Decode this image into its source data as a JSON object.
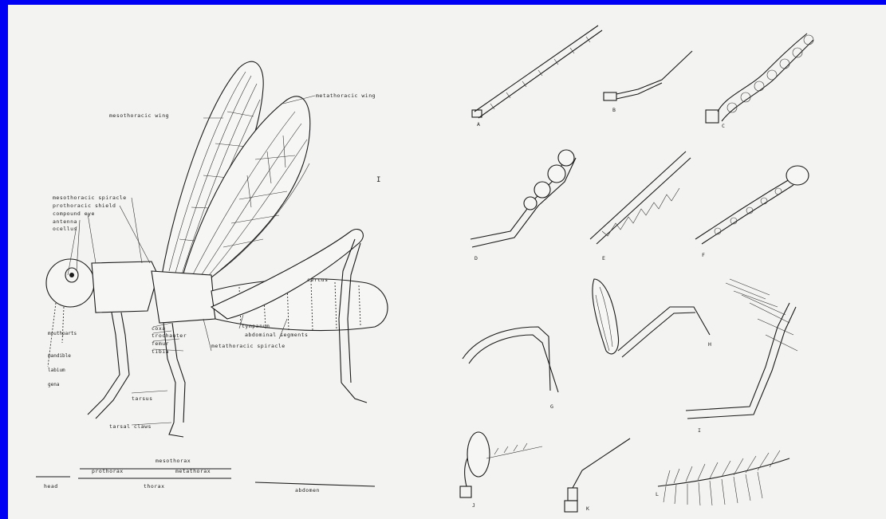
{
  "colors": {
    "border": "#0000f5",
    "paper": "#f3f3f1",
    "ink": "#1a1a1a"
  },
  "grasshopper": {
    "figure_number": "I",
    "labels": {
      "mesothoracic_wing": "mesothoracic wing",
      "metathoracic_wing": "metathoracic wing",
      "mesothoracic_spiracle": "mesothoracic spiracle",
      "prothoracic_shield": "prothoracic shield",
      "compound_eye": "compound eye",
      "antenna": "antenna",
      "ocellus": "ocellus",
      "coxa": "coxa",
      "trochanter": "trochanter",
      "femur": "femur",
      "tibia": "tibia",
      "tarsus": "tarsus",
      "tarsal claws": "tarsal claws",
      "tympanum": "tympanum",
      "abdominal segments": "abdominal segments",
      "metathoracic spiracle": "metathoracic spiracle",
      "gena": "gena",
      "mouthparts": "mouthparts",
      "mandible": "mandible",
      "labium": "labium",
      "c_head": "cercus"
    },
    "regions": {
      "mesothorax": "mesothorax",
      "prothorax": "prothorax",
      "metathorax": "metathorax",
      "head": "head",
      "thorax": "thorax",
      "abdomen": "abdomen"
    }
  },
  "antennae": {
    "labels": [
      "A",
      "B",
      "C",
      "D",
      "E",
      "F",
      "G",
      "H",
      "I",
      "J",
      "K",
      "L"
    ]
  }
}
